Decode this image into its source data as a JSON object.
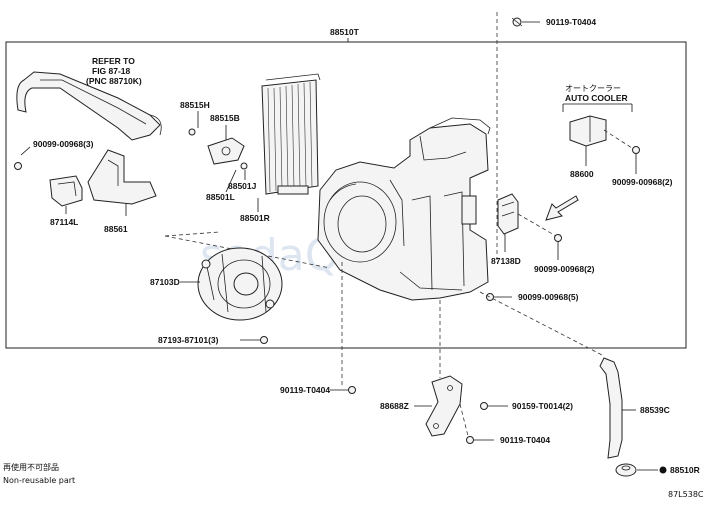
{
  "diagram": {
    "watermark": "sodaQviet.vn",
    "code": "87L538C",
    "legend": {
      "jp": "再使用不可部品",
      "en": "Non-reusable part"
    },
    "auto_cooler": {
      "jp": "オートクーラー",
      "en": "AUTO COOLER"
    },
    "refer": {
      "line1": "REFER TO",
      "line2": "FIG 87-18",
      "line3": "(PNC 88710K)"
    },
    "parts": {
      "p88510T": "88510T",
      "p90119_T0404_top": "90119-T0404",
      "p88515H": "88515H",
      "p88515B": "88515B",
      "p90099_00968_3": "90099-00968(3)",
      "p88501J": "88501J",
      "p88501L": "88501L",
      "p88501R": "88501R",
      "p87114L": "87114L",
      "p88561": "88561",
      "p88600": "88600",
      "p90099_00968_2a": "90099-00968(2)",
      "p87138D": "87138D",
      "p90099_00968_2b": "90099-00968(2)",
      "p87103D": "87103D",
      "p90099_00968_5": "90099-00968(5)",
      "p87193_87101_3": "87193-87101(3)",
      "p90119_T0404_bottom": "90119-T0404",
      "p88688Z": "88688Z",
      "p90159_T0014_2": "90159-T0014(2)",
      "p88539C": "88539C",
      "p90119_T0404_low": "90119-T0404",
      "p88510R": "88510R"
    }
  }
}
